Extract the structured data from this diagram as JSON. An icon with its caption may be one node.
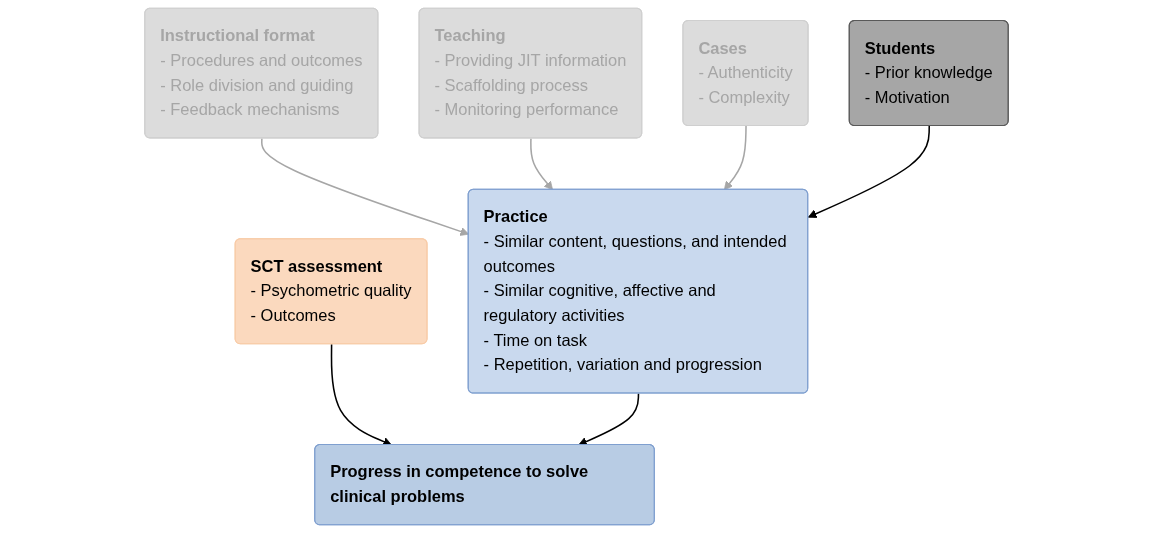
{
  "diagram": {
    "nodes": [
      {
        "text": [
          "Instructional format",
          "- Procedures and outcomes",
          "- Role division and guiding",
          "- Feedback mechanisms"
        ]
      },
      {
        "text": [
          "Teaching",
          "- Providing JIT information",
          "- Scaffolding process",
          "- Monitoring performance"
        ]
      },
      {
        "text": [
          "Cases",
          "- Authenticity",
          "- Complexity"
        ]
      },
      {
        "text": [
          "SCT assessment",
          "- Psychometric quality",
          "- Outcomes"
        ]
      },
      {
        "text": [
          "Practice",
          "- Similar content, questions, and intended outcomes",
          "- Similar cognitive, affective and regulatory activities",
          "- Time on task",
          "- Repetition, variation and progression"
        ]
      },
      {
        "text": [
          "Students",
          "- Prior knowledge",
          "- Motivation"
        ]
      },
      {
        "text": [
          "Progress in competence to solve clinical problems"
        ]
      }
    ],
    "edges": [
      {
        "from": 0,
        "to": 4,
        "arrow": "to",
        "color": "#a6a6a6"
      },
      {
        "from": 1,
        "to": 4,
        "arrow": "to",
        "color": "#a6a6a6"
      },
      {
        "from": 2,
        "to": 4,
        "arrow": "to",
        "color": "#a6a6a6"
      },
      {
        "from": 3,
        "to": 6,
        "arrow": "to",
        "color": "#000000"
      },
      {
        "from": 5,
        "to": 4,
        "arrow": "to",
        "color": "#000000"
      },
      {
        "from": 4,
        "to": 6,
        "arrow": "to",
        "color": "#000000"
      }
    ]
  }
}
